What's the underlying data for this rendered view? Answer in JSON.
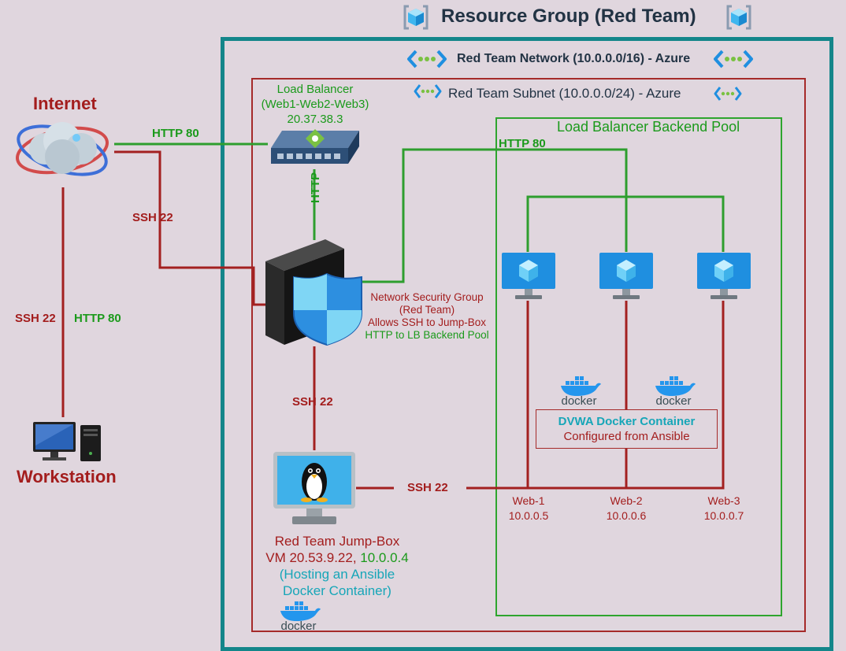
{
  "resource_group": {
    "title": "Resource Group (Red Team)"
  },
  "network": {
    "label": "Red Team Network (10.0.0.0/16) - Azure"
  },
  "subnet": {
    "label": "Red Team Subnet (10.0.0.0/24) - Azure"
  },
  "backend_pool": {
    "label": "Load Balancer Backend Pool"
  },
  "internet": {
    "label": "Internet"
  },
  "workstation": {
    "label": "Workstation"
  },
  "load_balancer": {
    "line1": "Load Balancer",
    "line2": "(Web1-Web2-Web3)",
    "line3": "20.37.38.3"
  },
  "nsg": {
    "line1": "Network Security Group",
    "line2": "(Red Team)",
    "line3": "Allows SSH to Jump-Box",
    "line4": "HTTP to LB Backend Pool"
  },
  "jumpbox": {
    "line1": "Red Team Jump-Box",
    "line2_a": "VM 20.53.9.22,",
    "line2_b": "10.0.0.4",
    "line3": "(Hosting an Ansible",
    "line4": "Docker Container)"
  },
  "dvwa": {
    "title": "DVWA Docker Container",
    "subtitle": "Configured from Ansible"
  },
  "docker_logo_text": "docker",
  "web_servers": [
    {
      "name": "Web-1",
      "ip": "10.0.0.5"
    },
    {
      "name": "Web-2",
      "ip": "10.0.0.6"
    },
    {
      "name": "Web-3",
      "ip": "10.0.0.7"
    }
  ],
  "connections": {
    "internet_lb": "HTTP 80",
    "nsg_backend": "HTTP 80",
    "lb_nsg": "HTTP",
    "internet_nsg": "SSH 22",
    "workstation_ssh": "SSH 22",
    "workstation_http": "HTTP 80",
    "nsg_jumpbox": "SSH 22",
    "jumpbox_web": "SSH 22"
  },
  "colors": {
    "background": "#e0d6de",
    "resource_group_border": "#14868a",
    "subnet_border": "#a52a2a",
    "backend_border": "#2ea52e",
    "http_line": "#2e9e2e",
    "ssh_line": "#a32020",
    "azure_blue": "#1f8fe0"
  }
}
